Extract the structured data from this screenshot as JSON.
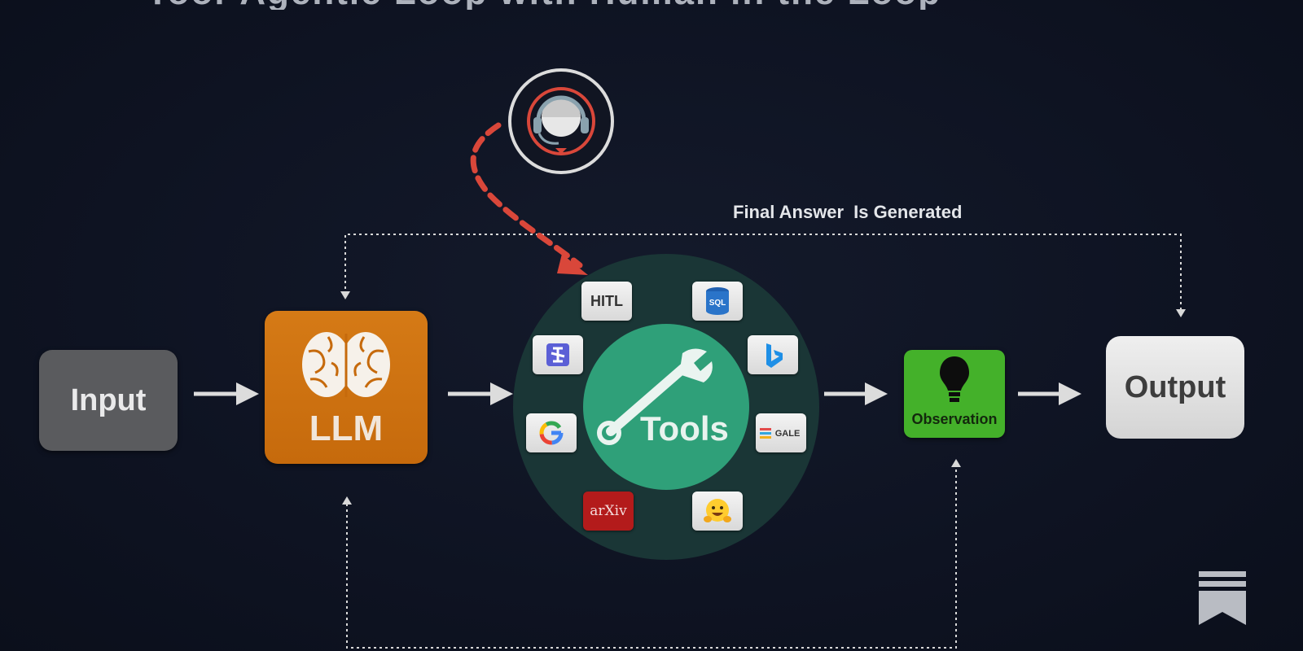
{
  "title_fragment": "Tool-Agentic Loop with Human in the Loop",
  "nodes": {
    "input": "Input",
    "llm": "LLM",
    "tools": "Tools",
    "observation": "Observation",
    "output": "Output"
  },
  "annotation": {
    "part1": "Final Answer",
    "part2": "Is Generated"
  },
  "tool_chips": [
    "HITL",
    "SQL",
    "G",
    "arXiv",
    "GALE"
  ],
  "icons": [
    "brain-icon",
    "wrench-icon",
    "lightbulb-icon",
    "headset-icon",
    "bookmark-icon",
    "sql-database-icon",
    "bing-icon",
    "google-icon",
    "huggingface-icon",
    "arxiv-icon",
    "salesforce-gale-icon",
    "hex-logo-icon"
  ],
  "colors": {
    "background": "#0e1322",
    "llm": "#d57a16",
    "tools": "#2fa079",
    "observation": "#44b12a",
    "hitl_arrow": "#d9473a"
  }
}
